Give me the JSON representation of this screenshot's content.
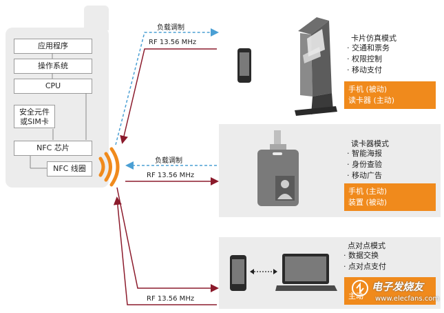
{
  "stack": {
    "layers": [
      "应用程序",
      "操作系统",
      "CPU"
    ],
    "secure_element": "安全元件\n或SIM卡",
    "nfc_chip": "NFC 芯片",
    "nfc_antenna": "NFC 线圈"
  },
  "signals": {
    "load_modulation": "负载调制",
    "rf": "RF 13.56 MHz"
  },
  "modes": [
    {
      "title": "卡片仿真模式",
      "items": [
        "· 交通和票务",
        "· 权限控制",
        "· 移动支付"
      ],
      "roles": [
        "手机 (被动)",
        "读卡器 (主动)"
      ]
    },
    {
      "title": "读卡器模式",
      "items": [
        "· 智能海报",
        "· 身份查验",
        "· 移动广告"
      ],
      "roles": [
        "手机 (主动)",
        "装置 (被动)"
      ]
    },
    {
      "title": "点对点模式",
      "items": [
        "· 数据交换",
        "· 点对点支付"
      ],
      "roles": [
        "主动"
      ]
    }
  ],
  "watermark": {
    "brand": "电子发烧友",
    "url": "www.elecfans.com"
  },
  "colors": {
    "orange": "#f08a1c",
    "rf_arrow": "#8b1a2b",
    "load_arrow": "#4a9fd4",
    "panel_bg": "#ececec"
  }
}
